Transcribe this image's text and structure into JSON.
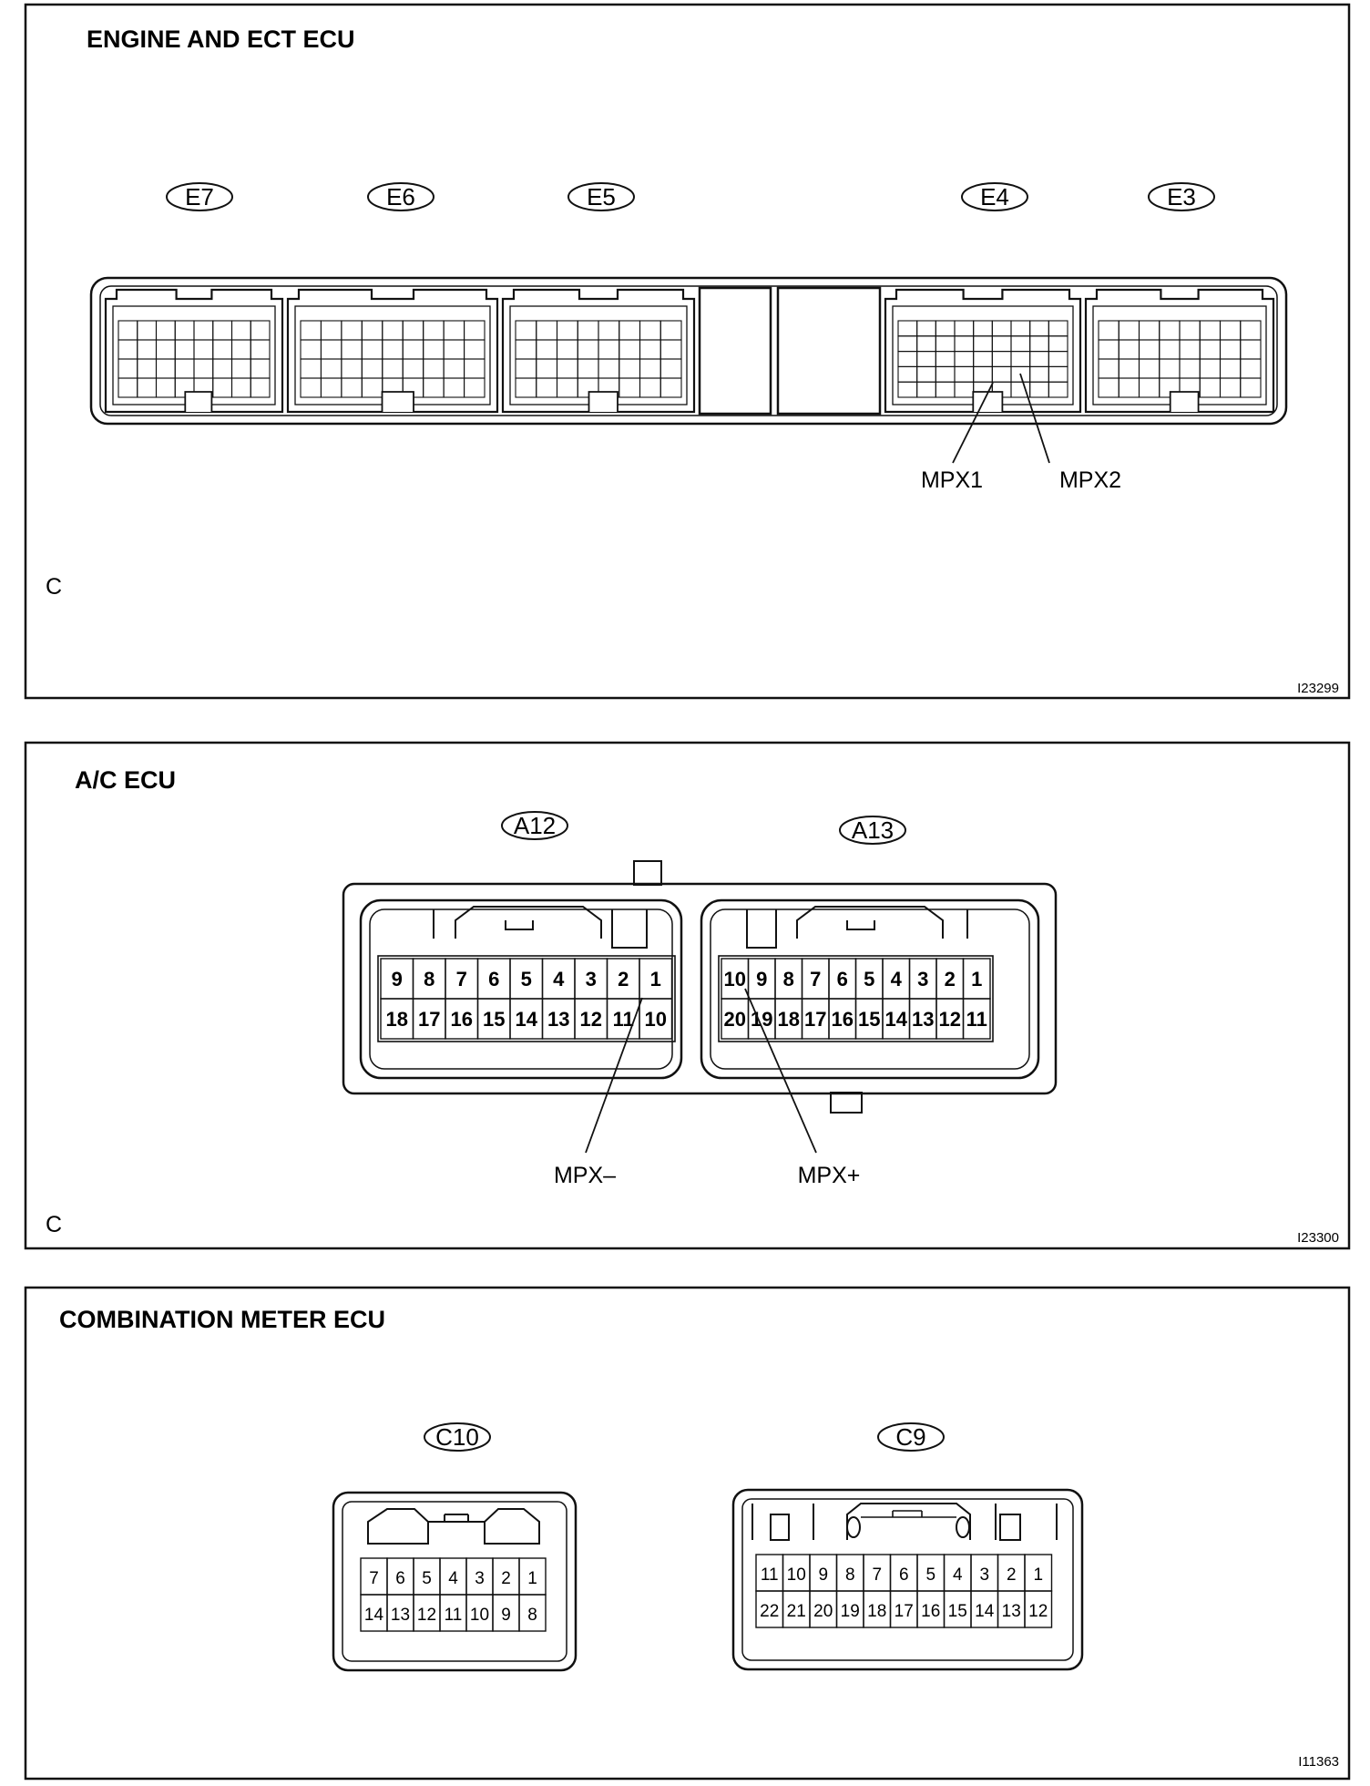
{
  "panels": [
    {
      "title": "ENGINE AND ECT ECU",
      "corner_letter": "C",
      "figure_id": "I23299",
      "connectors": [
        "E7",
        "E6",
        "E5",
        "E4",
        "E3"
      ],
      "callouts": [
        "MPX1",
        "MPX2"
      ]
    },
    {
      "title": "A/C ECU",
      "corner_letter": "C",
      "figure_id": "I23300",
      "connectors": [
        {
          "id": "A12",
          "row1": [
            "9",
            "8",
            "7",
            "6",
            "5",
            "4",
            "3",
            "2",
            "1"
          ],
          "row2": [
            "18",
            "17",
            "16",
            "15",
            "14",
            "13",
            "12",
            "11",
            "10"
          ]
        },
        {
          "id": "A13",
          "row1": [
            "10",
            "9",
            "8",
            "7",
            "6",
            "5",
            "4",
            "3",
            "2",
            "1"
          ],
          "row2": [
            "20",
            "19",
            "18",
            "17",
            "16",
            "15",
            "14",
            "13",
            "12",
            "11"
          ]
        }
      ],
      "callouts": [
        "MPX–",
        "MPX+"
      ]
    },
    {
      "title": "COMBINATION METER ECU",
      "figure_id": "I11363",
      "connectors": [
        {
          "id": "C10",
          "row1": [
            "7",
            "6",
            "5",
            "4",
            "3",
            "2",
            "1"
          ],
          "row2": [
            "14",
            "13",
            "12",
            "11",
            "10",
            "9",
            "8"
          ]
        },
        {
          "id": "C9",
          "row1": [
            "11",
            "10",
            "9",
            "8",
            "7",
            "6",
            "5",
            "4",
            "3",
            "2",
            "1"
          ],
          "row2": [
            "22",
            "21",
            "20",
            "19",
            "18",
            "17",
            "16",
            "15",
            "14",
            "13",
            "12"
          ]
        }
      ]
    }
  ]
}
